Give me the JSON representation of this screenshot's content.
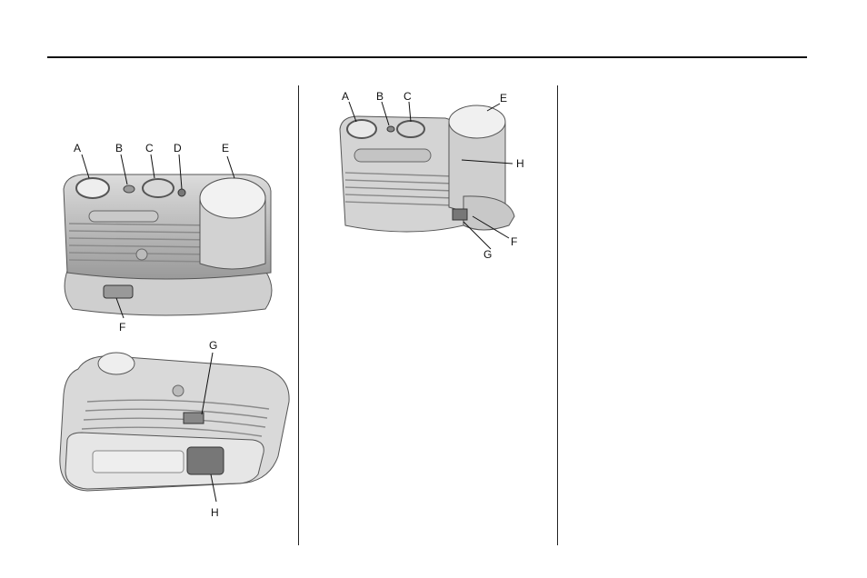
{
  "figures": {
    "upper_left": {
      "labels": {
        "a": "A",
        "b": "B",
        "c": "C",
        "d": "D",
        "e": "E",
        "f": "F"
      }
    },
    "lower_left": {
      "labels": {
        "g": "G",
        "h": "H"
      }
    },
    "right": {
      "labels": {
        "a": "A",
        "b": "B",
        "c": "C",
        "e": "E",
        "h": "H",
        "f": "F",
        "g": "G"
      }
    }
  }
}
